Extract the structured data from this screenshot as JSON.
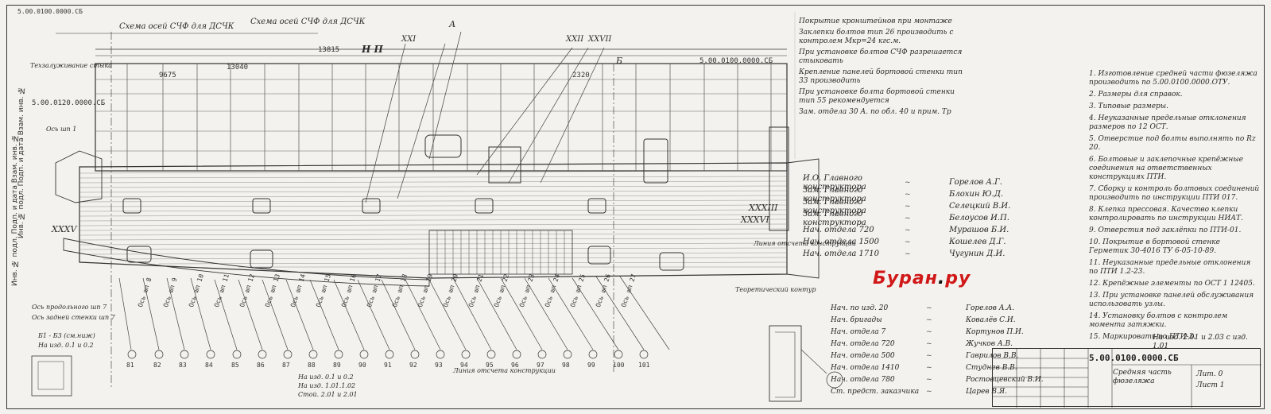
{
  "drawing": {
    "corner_number": "5.00.0100.0000.СБ",
    "left_margin_text": "Инв. № подл.   Подп. и дата   Взам. инв. №",
    "top_labels": {
      "left_scheme": "Схема осей СЧФ для ДСЧК",
      "mid_scheme": "Схема осей СЧФ для ДСЧК",
      "zone_np": "Н П",
      "zone_a": "А",
      "zone_b": "Б",
      "section_xxi": "XXI",
      "section_xxii": "XXII",
      "section_xxvii": "XXVII",
      "ref_right": "5.00.0100.0000.СБ",
      "ref_left": "5.00.0120.0000.СБ",
      "dim_main": "13815",
      "dim_13040": "13040",
      "dim_2320": "2320",
      "dim_9675": "9675"
    },
    "left_callouts": {
      "bulkhead": "Техзалуживание стыка",
      "axis_15": "Ось шп 1",
      "xxxv": "XXXV",
      "xxxvi": "XXXVI",
      "xxxiii": "XXXIII",
      "axis_pp7": "Ось продольного шп 7",
      "axis_zp7": "Ось задней стенки шп 7",
      "bottom_ref": "На изд. 0.1 и 0.2",
      "bottom_ref2": "Б1 - Б3 (см.ниж)",
      "cont_line": "Линия отсчета конструкции",
      "theor_contour": "Теоретический контур",
      "base_line": "Линия отсчета конструкции"
    },
    "frame_labels": [
      "Ось шп 8",
      "Ось шп 9",
      "Ось шп 10",
      "Ось шп 11",
      "Ось шп 12",
      "Ось шп 13",
      "Ось шп 14",
      "Ось шп 15",
      "Ось шп 16",
      "Ось шп 17",
      "Ось шп 18",
      "Ось шп 19",
      "Ось шп 20",
      "Ось шп 21",
      "Ось шп 22",
      "Ось шп 23",
      "Ось шп 24",
      "Ось шп 25",
      "Ось шп 26",
      "Ось шп 27"
    ],
    "bottom_numbers": [
      "81",
      "82",
      "83",
      "84",
      "85",
      "86",
      "87",
      "88",
      "89",
      "90",
      "91",
      "92",
      "93",
      "94",
      "95",
      "96",
      "97",
      "98",
      "99",
      "100",
      "101"
    ],
    "bottom_refs": [
      "На изд. 0.1 и 0.2",
      "На изд. 1.01.1.02",
      "Стой. 2.01 и 2.01"
    ],
    "approval": {
      "header": "И.О. Главного конструктора",
      "header_name": "Горелов А.Г.",
      "rows": [
        {
          "role": "Зам. Главного конструктора",
          "name": "Блохин Ю.Д."
        },
        {
          "role": "Зам. Главного конструктора",
          "name": "Селецкий В.И."
        },
        {
          "role": "Зам. Главного конструктора",
          "name": "Белоусов И.П."
        },
        {
          "role": "Нач. отдела 720",
          "name": "Мурашов Б.И."
        },
        {
          "role": "Нач. отдела 1500",
          "name": "Кошелев Д.Г."
        },
        {
          "role": "Нач. отдела 1710",
          "name": "Чугунин Д.И."
        }
      ]
    },
    "logo": {
      "text1": "Буран",
      "text2": "ру",
      "dot": "."
    },
    "signatures": [
      {
        "role": "Нач. по изд. 20",
        "name": "Горелов А.А."
      },
      {
        "role": "Нач. бригады",
        "name": "Ковалёв С.И."
      },
      {
        "role": "Нач. отдела 7",
        "name": "Кортунов П.И."
      },
      {
        "role": "Нач. отдела 720",
        "name": "Жучков А.В."
      },
      {
        "role": "Нач. отдела 500",
        "name": "Гаврилов В.В."
      },
      {
        "role": "Нач. отдела 1410",
        "name": "Студнев В.В."
      },
      {
        "role": "Нач. отдела 780",
        "name": "Ростовцевский В.И."
      },
      {
        "role": "Ст. предст. заказчика",
        "name": "Царев В.Я."
      }
    ],
    "notes_mid": [
      "Покрытие кронштейнов при монтаже",
      "Заклепки болтов тип 26 производить с контролем Мкр=24 кгс.м.",
      "При установке болтов СЧФ разрешается стыковать",
      "Крепление панелей бортовой стенки тип 33 производить",
      "При установке болта бортовой стенки тип 55 рекомендуется",
      "Зам. отдела 30 А. по обл. 40 и прим. Тр"
    ],
    "notes_right": [
      "1. Изготовление средней части фюзеляжа производить по 5.00.0100.0000.ОТУ.",
      "2. Размеры для справок.",
      "3. Типовые размеры.",
      "4. Неуказанные предельные отклонения размеров по 12 ОСТ.",
      "5. Отверстие под болты выполнять по Rz 20.",
      "6. Болтовые и заклепочные крепёжные соединения на ответственных конструкциях ПТИ.",
      "7. Сборку и контроль болтовых соединений производить по инструкции ПТИ 017.",
      "8. Клепка прессовая. Качество клепки контролировать по инструкции НИАТ.",
      "9. Отверстия под заклёпки по ПТИ-01.",
      "10. Покрытие в бортовой стенке Герметик 30-4016 ТУ 6-05-10-89.",
      "11. Неуказанные предельные отклонения по ПТИ 1.2-23.",
      "12. Крепёжные элементы по ОСТ 1 12405.",
      "13. При установке панелей обслуживания использовать узлы.",
      "14. Установку болтов с контролем момента затяжки.",
      "15. Маркировать по ПТИ-3."
    ],
    "title_block": {
      "number": "5.00.0100.0000.СБ",
      "name": "Средняя часть фюзеляжа",
      "stamp_left": "Лит. 0",
      "stamp_mid": "На изд. 2.01 и 2.03 с изд. 1.01",
      "sheet": "Лист 1"
    }
  }
}
